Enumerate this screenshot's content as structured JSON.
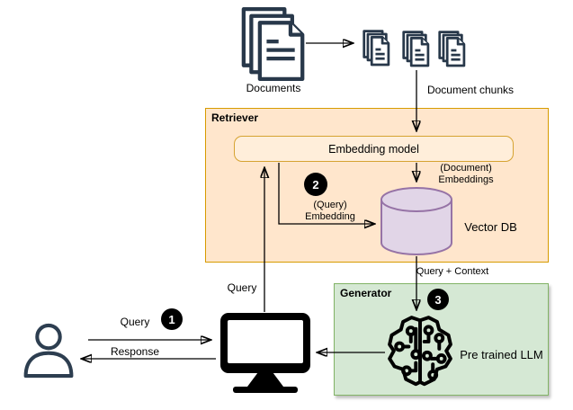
{
  "colors": {
    "retriever-fill": "#ffe6cc",
    "retriever-border": "#d79b00",
    "embedding-fill": "#ffeeda",
    "embedding-border": "#d6a331",
    "generator-fill": "#d5e8d4",
    "generator-border": "#82b366",
    "vectordb-fill": "#e1d5e7",
    "vectordb-border": "#9673a6",
    "icon-dark": "#28384a",
    "line": "#000000",
    "badge-bg": "#000000",
    "badge-fg": "#ffffff"
  },
  "nodes": {
    "documents": {
      "label": "Documents"
    },
    "document_chunks": {
      "label": "Document chunks"
    },
    "retriever": {
      "title": "Retriever"
    },
    "embedding_model": {
      "label": "Embedding model"
    },
    "vector_db": {
      "label": "Vector DB"
    },
    "generator": {
      "title": "Generator"
    },
    "pretrained_llm": {
      "label": "Pre trained LLM"
    }
  },
  "edges": {
    "user_query": {
      "label": "Query"
    },
    "user_response": {
      "label": "Response"
    },
    "monitor_query": {
      "label": "Query"
    },
    "query_embedding": {
      "line1": "(Query)",
      "line2": "Embedding"
    },
    "document_embeddings": {
      "line1": "(Document)",
      "line2": "Embeddings"
    },
    "query_context": {
      "label": "Query + Context"
    }
  },
  "badges": {
    "step1": "1",
    "step2": "2",
    "step3": "3"
  }
}
